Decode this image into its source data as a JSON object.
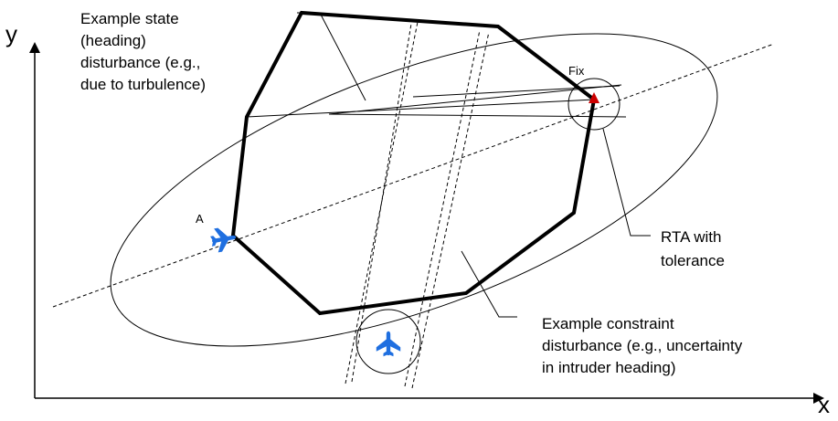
{
  "axes": {
    "x_label": "x",
    "y_label": "y"
  },
  "labels": {
    "state_disturbance": [
      "Example state",
      "(heading)",
      "disturbance (e.g.,",
      "due to turbulence)"
    ],
    "fix": "Fix",
    "aircraft_a": "A",
    "rta": [
      "RTA with",
      "tolerance"
    ],
    "constraint_disturbance": [
      "Example constraint",
      "disturbance (e.g., uncertainty",
      "in intruder heading)"
    ]
  },
  "colors": {
    "aircraft": "#1f6fe0",
    "fix_marker": "#cc0000",
    "line": "#000000"
  },
  "icons": [
    "aircraft-icon",
    "intruder-aircraft-icon",
    "fix-triangle-icon"
  ]
}
